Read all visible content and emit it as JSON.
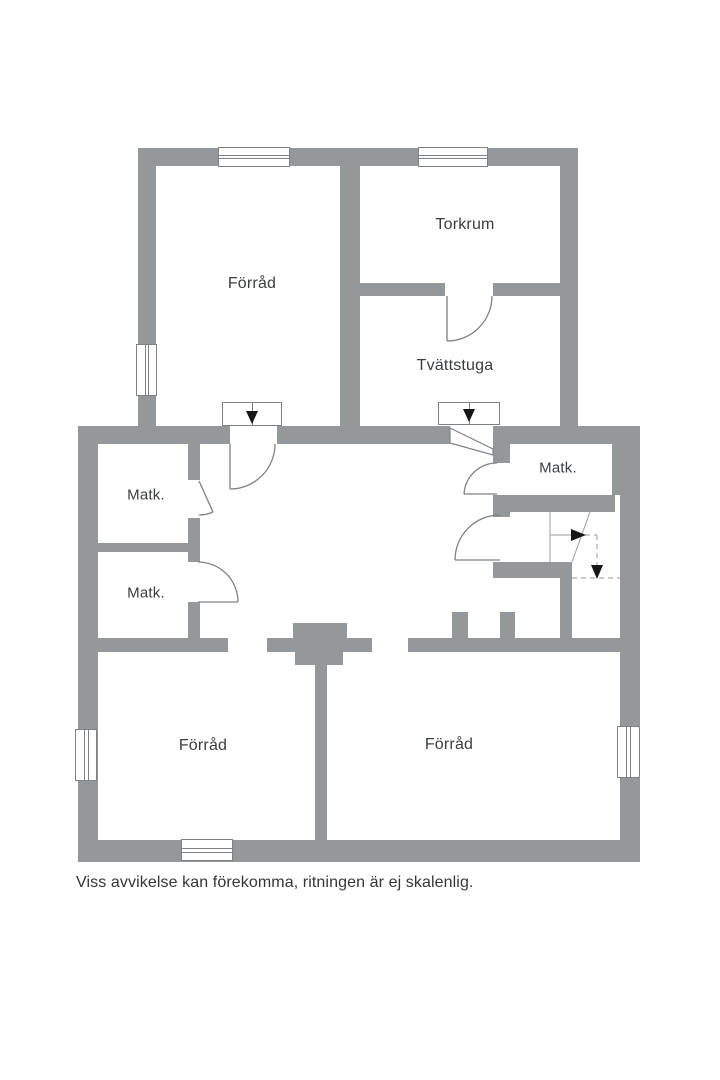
{
  "plan": {
    "rooms": [
      {
        "id": "forrad-upper",
        "label": "Förråd"
      },
      {
        "id": "torkrum",
        "label": "Torkrum"
      },
      {
        "id": "tvattstuga",
        "label": "Tvättstuga"
      },
      {
        "id": "matk-upper-left",
        "label": "Matk."
      },
      {
        "id": "matk-lower-left",
        "label": "Matk."
      },
      {
        "id": "matk-right",
        "label": "Matk."
      },
      {
        "id": "forrad-lower-left",
        "label": "Förråd"
      },
      {
        "id": "forrad-lower-right",
        "label": "Förråd"
      }
    ],
    "disclaimer": "Viss avvikelse kan förekomma, ritningen är ej skalenlig.",
    "icons": {
      "step_down_arrow": "▼",
      "stair_direction_right_arrow": "▶",
      "stair_direction_down_arrow": "▼"
    },
    "colors": {
      "wall": "#95989b",
      "line": "#7d8184",
      "thin_line": "#9b9ea1",
      "dashed_line": "#a6aaad",
      "text": "#3b3e40",
      "arrow": "#161616",
      "background": "#ffffff"
    }
  }
}
